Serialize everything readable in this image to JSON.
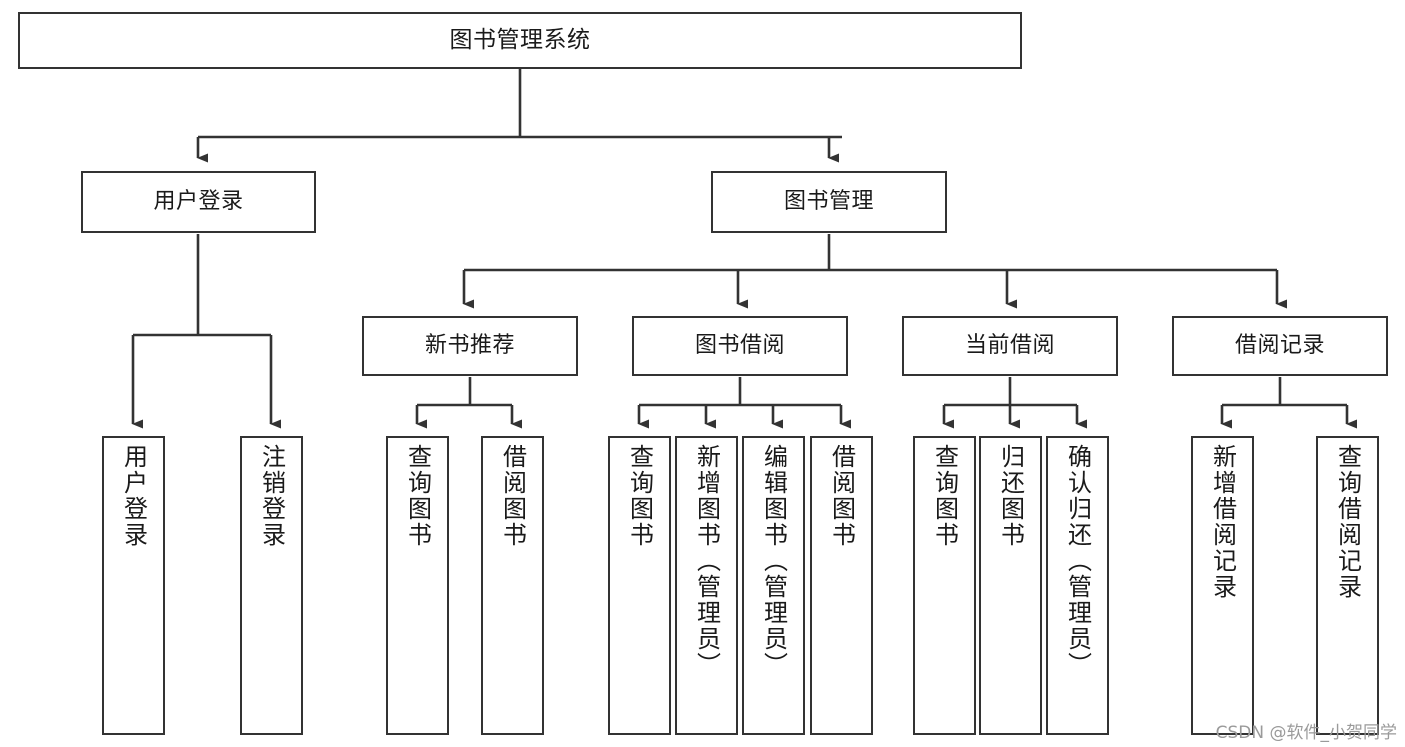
{
  "diagram": {
    "type": "tree-hierarchy-chart",
    "title": "图书管理系统",
    "watermark": "CSDN @软件_小贺同学",
    "line_color": "#333333",
    "box_fill": "#ffffff",
    "text_color": "#1a1a1a"
  },
  "nodes": {
    "root": {
      "label": "图书管理系统",
      "level": 1
    },
    "level2": [
      {
        "id": "user-login",
        "label": "用户登录"
      },
      {
        "id": "book-manage",
        "label": "图书管理"
      }
    ],
    "level3": [
      {
        "id": "new-book-recommend",
        "label": "新书推荐"
      },
      {
        "id": "book-borrow",
        "label": "图书借阅"
      },
      {
        "id": "current-borrow",
        "label": "当前借阅"
      },
      {
        "id": "borrow-record",
        "label": "借阅记录"
      }
    ],
    "leaves": {
      "user-login": [
        {
          "id": "leaf-user-login",
          "label": "用户登录"
        },
        {
          "id": "leaf-logout-login",
          "label": "注销登录"
        }
      ],
      "new-book-recommend": [
        {
          "id": "leaf-query-book-1",
          "label": "查询图书"
        },
        {
          "id": "leaf-borrow-book-1",
          "label": "借阅图书"
        }
      ],
      "book-borrow": [
        {
          "id": "leaf-query-book-2",
          "label": "查询图书"
        },
        {
          "id": "leaf-add-book",
          "label": "新增图书（管理员）"
        },
        {
          "id": "leaf-edit-book",
          "label": "编辑图书（管理员）"
        },
        {
          "id": "leaf-borrow-book-2",
          "label": "借阅图书"
        }
      ],
      "current-borrow": [
        {
          "id": "leaf-query-book-3",
          "label": "查询图书"
        },
        {
          "id": "leaf-return-book",
          "label": "归还图书"
        },
        {
          "id": "leaf-confirm-return",
          "label": "确认归还（管理员）"
        }
      ],
      "borrow-record": [
        {
          "id": "leaf-add-record",
          "label": "新增借阅记录"
        },
        {
          "id": "leaf-query-record",
          "label": "查询借阅记录"
        }
      ]
    }
  }
}
